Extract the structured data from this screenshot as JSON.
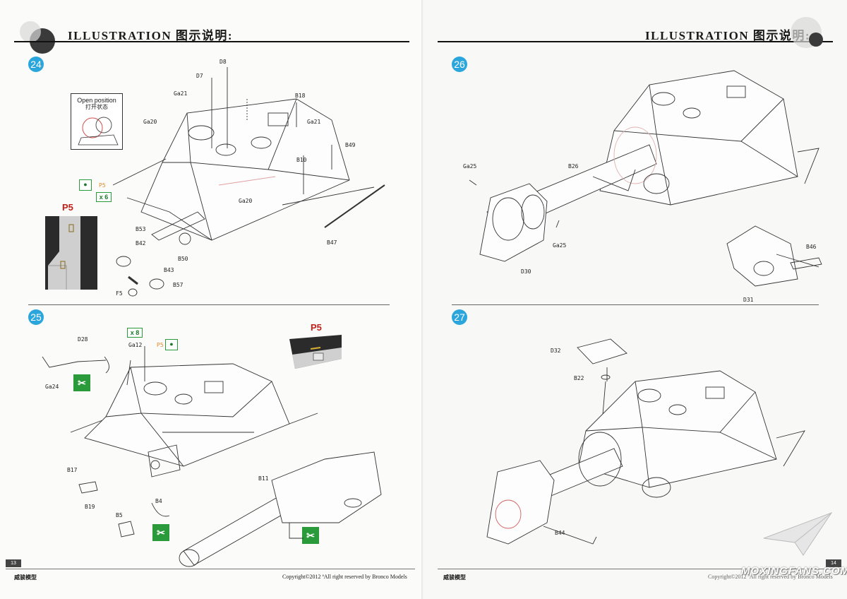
{
  "header": {
    "title_left": "ILLUSTRATION 图示说明:",
    "title_right": "ILLUSTRATION 图示说明:"
  },
  "steps": {
    "s24": {
      "number": "24",
      "open_position_en": "Open position",
      "open_position_cn": "打开状态",
      "detail_label": "P5",
      "glue_count": "x 6",
      "paint_label": "P5",
      "labels": {
        "d8": "D8",
        "d7": "D7",
        "ga21a": "Ga21",
        "b18": "B18",
        "ga20a": "Ga20",
        "ga21b": "Ga21",
        "b49": "B49",
        "b10": "B10",
        "ga20b": "Ga20",
        "b53": "B53",
        "b42": "B42",
        "b50": "B50",
        "b43": "B43",
        "b47": "B47",
        "f5": "F5",
        "b57": "B57"
      }
    },
    "s25": {
      "number": "25",
      "detail_label": "P5",
      "glue_count": "x 8",
      "paint_label": "P5",
      "labels": {
        "d28": "D28",
        "ga24": "Ga24",
        "ga12": "Ga12",
        "b17": "B17",
        "b19": "B19",
        "b11": "B11",
        "b5": "B5",
        "b4": "B4"
      }
    },
    "s26": {
      "number": "26",
      "labels": {
        "ga25a": "Ga25",
        "b26": "B26",
        "ga25b": "Ga25",
        "d30": "D30",
        "b46": "B46",
        "d31": "D31"
      }
    },
    "s27": {
      "number": "27",
      "labels": {
        "d32": "D32",
        "b22": "B22",
        "b44": "B44"
      }
    }
  },
  "footer": {
    "page_left": "13",
    "page_right": "14",
    "brand_left": "威骏模型",
    "brand_right": "威骏模型",
    "copyright_left": "Copyright©2012  ªAll right reserved by Bronco Models",
    "copyright_right": "Copyright©2012  ªAll right reserved by Bronco Models",
    "watermark": "MOXINGFANS.COM"
  },
  "colors": {
    "step_badge": "#2aa6dc",
    "glue_green": "#2a9a3a",
    "detail_red": "#c0201a",
    "accent_orange": "#e08a2a"
  }
}
